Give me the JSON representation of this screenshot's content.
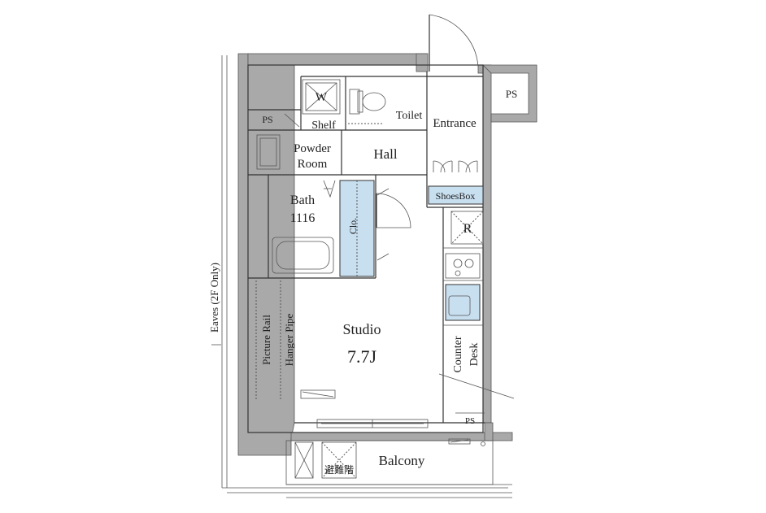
{
  "labels": {
    "w": "W",
    "shelf": "Shelf",
    "toilet": "Toilet",
    "entrance": "Entrance",
    "ps_top_left": "PS",
    "ps_top_right": "PS",
    "ps_bottom": "PS",
    "hall": "Hall",
    "powder_room_line1": "Powder",
    "powder_room_line2": "Room",
    "bath_line1": "Bath",
    "bath_line2": "1116",
    "closet": "Clo.",
    "shoes_box": "ShoesBox",
    "refrigerator": "R",
    "studio": "Studio",
    "studio_size": "7.7J",
    "picture_rail": "Picture Rail",
    "hanger_pipe": "Hanger Pipe",
    "counter": "Counter",
    "desk": "Desk",
    "eaves": "Eaves (2F Only)",
    "balcony": "Balcony",
    "emergency_hatch": "避難階"
  },
  "colors": {
    "wall": "#a9a9a9",
    "storage_fill": "#c8dff0",
    "line": "#333333"
  }
}
